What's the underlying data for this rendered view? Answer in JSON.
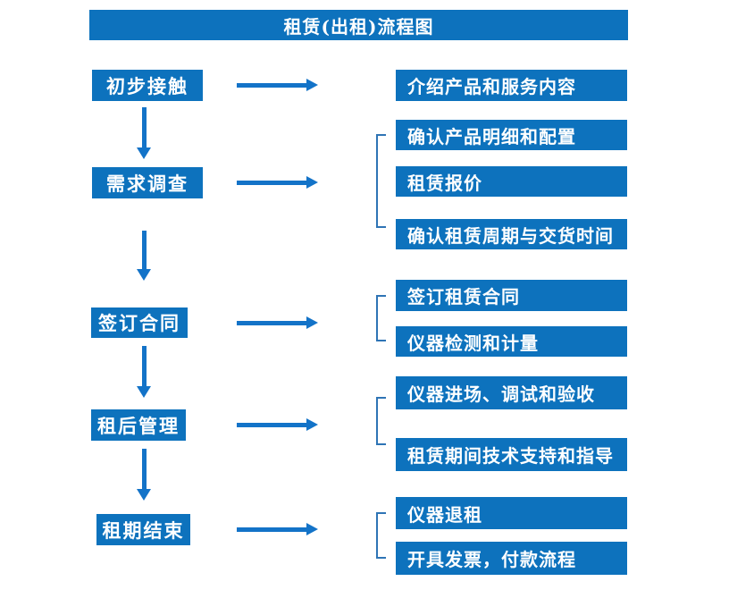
{
  "title": "租赁(出租)流程图",
  "colors": {
    "box_fill": "#0d72bd",
    "arrow": "#1373c8",
    "bracket_line": "#2e74b5",
    "text": "#ffffff",
    "background": "#ffffff"
  },
  "steps": [
    {
      "label": "初步接触",
      "outputs": [
        "介绍产品和服务内容"
      ]
    },
    {
      "label": "需求调查",
      "outputs": [
        "确认产品明细和配置",
        "租赁报价",
        "确认租赁周期与交货时间"
      ]
    },
    {
      "label": "签订合同",
      "outputs": [
        "签订租赁合同",
        "仪器检测和计量"
      ]
    },
    {
      "label": "租后管理",
      "outputs": [
        "仪器进场、调试和验收",
        "租赁期间技术支持和指导"
      ]
    },
    {
      "label": "租期结束",
      "outputs": [
        "仪器退租",
        "开具发票，付款流程"
      ]
    }
  ]
}
